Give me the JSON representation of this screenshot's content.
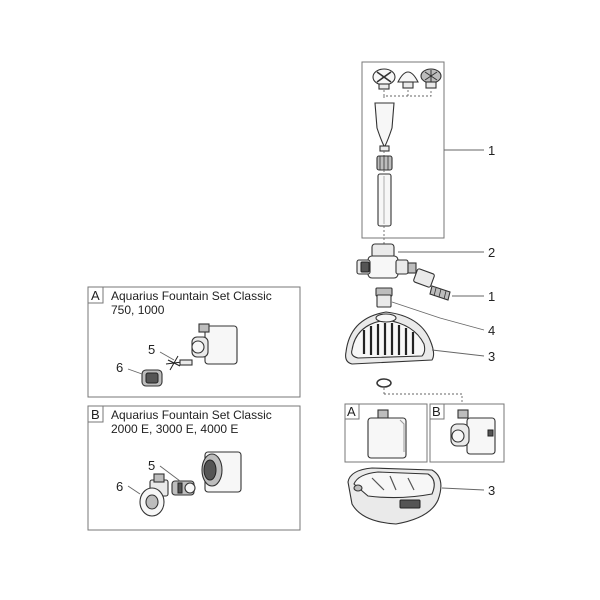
{
  "panels": {
    "A": {
      "letter": "A",
      "title_line1": "Aquarius Fountain Set Classic",
      "title_line2": "750, 1000"
    },
    "B": {
      "letter": "B",
      "title_line1": "Aquarius Fountain Set Classic",
      "title_line2": "2000 E, 3000 E, 4000 E"
    }
  },
  "subpanels": {
    "A": "A",
    "B": "B"
  },
  "callouts": {
    "nozzle_set": "1",
    "t_piece": "2",
    "hose_adapter": "1",
    "adapter": "4",
    "cover": "3",
    "base": "3",
    "a_rotor": "5",
    "a_cover": "6",
    "b_rotor": "5",
    "b_cover": "6"
  }
}
